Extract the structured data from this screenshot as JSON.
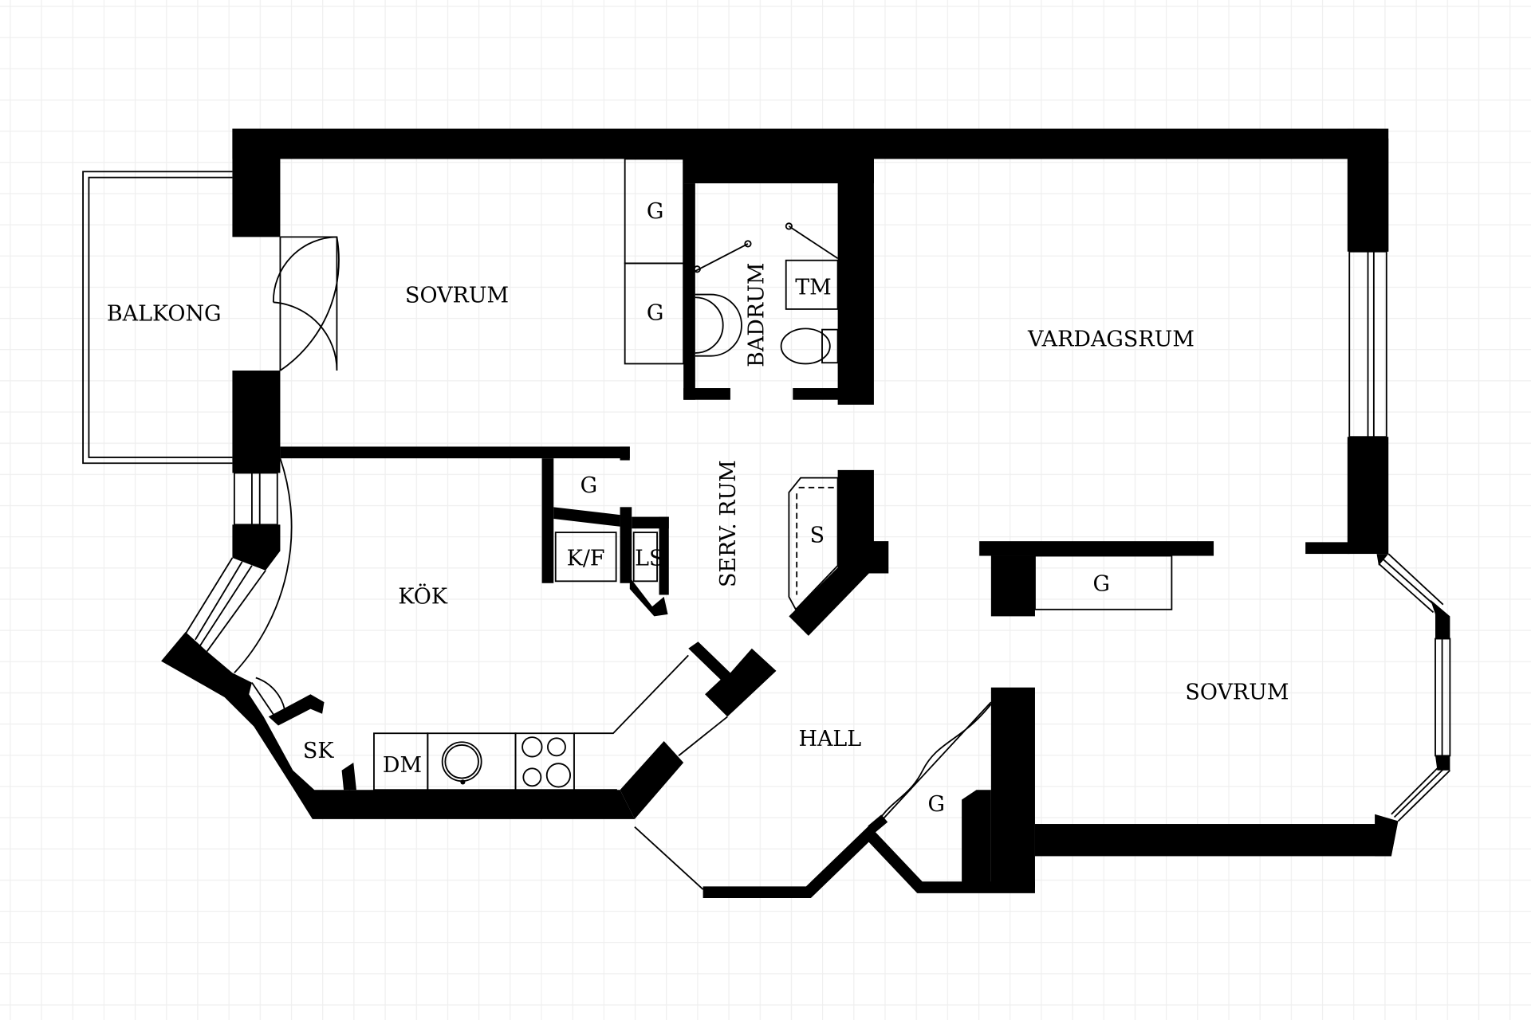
{
  "rooms": {
    "balkong": "BALKONG",
    "sovrum1": "SOVRUM",
    "badrum": "BADRUM",
    "vardagsrum": "VARDAGSRUM",
    "kok": "KÖK",
    "serv_rum": "SERV. RUM",
    "hall": "HALL",
    "sovrum2": "SOVRUM"
  },
  "fixtures": {
    "g1": "G",
    "g2": "G",
    "g3": "G",
    "g4": "G",
    "g5": "G",
    "tm": "TM",
    "kf": "K/F",
    "ls": "LS",
    "s": "S",
    "sk": "SK",
    "dm": "DM"
  },
  "colors": {
    "wall": "#000000",
    "grid": "#efefef",
    "background": "#ffffff"
  }
}
